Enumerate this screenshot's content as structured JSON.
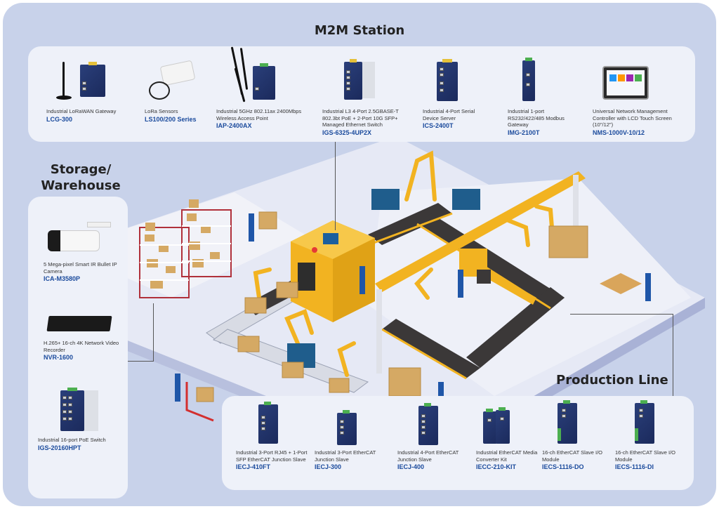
{
  "sections": {
    "m2m": "M2M Station",
    "storage": "Storage/\nWarehouse",
    "production": "Production Line"
  },
  "colors": {
    "background": "#c8d2ea",
    "panel": "#eef1f9",
    "model_text": "#1a4a9c",
    "machine_yellow": "#f2b321",
    "conveyor": "#3b3838"
  },
  "m2m_products": [
    {
      "desc": "Industrial LoRaWAN Gateway",
      "model": "LCG-300",
      "icon": "lorawan-gateway-icon"
    },
    {
      "desc": "LoRa Sensors",
      "model": "LS100/200 Series",
      "icon": "lora-sensor-icon"
    },
    {
      "desc": "Industrial 5GHz 802.11ax 2400Mbps Wireless Access Point",
      "model": "IAP-2400AX",
      "icon": "wireless-ap-icon"
    },
    {
      "desc": "Industrial L3 4-Port 2.5GBASE-T 802.3bt PoE + 2-Port 10G SFP+ Managed Ethernet Switch",
      "model": "IGS-6325-4UP2X",
      "icon": "managed-switch-icon"
    },
    {
      "desc": "Industrial 4-Port Serial Device Server",
      "model": "ICS-2400T",
      "icon": "serial-server-icon"
    },
    {
      "desc": "Industrial 1-port RS232/422/485 Modbus Gateway",
      "model": "IMG-2100T",
      "icon": "modbus-gateway-icon"
    },
    {
      "desc": "Universal Network Management Controller with LCD Touch Screen (10\"/12\")",
      "model": "NMS-1000V-10/12",
      "icon": "touch-screen-controller-icon"
    }
  ],
  "storage_products": [
    {
      "desc": "5 Mega-pixel Smart IR Bullet IP Camera",
      "model": "ICA-M3580P",
      "icon": "bullet-camera-icon"
    },
    {
      "desc": "H.265+ 16-ch 4K Network Video Recorder",
      "model": "NVR-1600",
      "icon": "nvr-icon"
    },
    {
      "desc": "Industrial 16-port PoE Switch",
      "model": "IGS-20160HPT",
      "icon": "poe-switch-icon"
    }
  ],
  "production_products": [
    {
      "desc": "Industrial 3-Port RJ45 + 1-Port SFP EtherCAT Junction Slave",
      "model": "IECJ-410FT",
      "icon": "ethercat-junction-icon"
    },
    {
      "desc": "Industrial 3-Port EtherCAT Junction Slave",
      "model": "IECJ-300",
      "icon": "ethercat-junction-icon"
    },
    {
      "desc": "Industrial 4-Port EtherCAT Junction Slave",
      "model": "IECJ-400",
      "icon": "ethercat-junction-icon"
    },
    {
      "desc": "Industrial EtherCAT Media Converter Kit",
      "model": "IECC-210-KIT",
      "icon": "media-converter-icon"
    },
    {
      "desc": "16-ch EtherCAT Slave I/O Module",
      "model": "IECS-1116-DO",
      "icon": "io-module-icon"
    },
    {
      "desc": "16-ch EtherCAT Slave I/O Module",
      "model": "IECS-1116-DI",
      "icon": "io-module-icon"
    }
  ]
}
